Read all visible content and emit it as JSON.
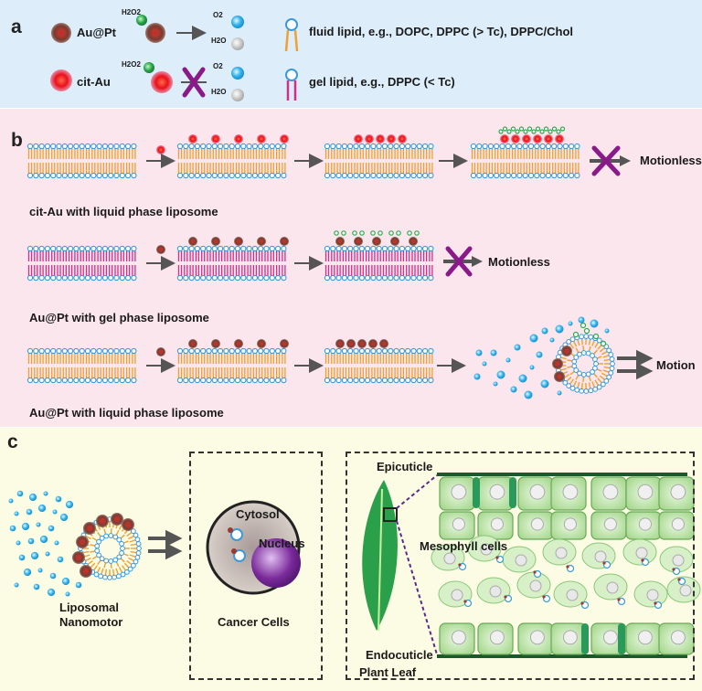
{
  "panel_a": {
    "label": "a",
    "row1": {
      "particle": "Au@Pt",
      "reactant": "H2O2",
      "product1": "O2",
      "product2": "H2O",
      "lipid": "fluid lipid, e.g., DOPC, DPPC (> Tc), DPPC/Chol"
    },
    "row2": {
      "particle": "cit-Au",
      "reactant": "H2O2",
      "product1": "O2",
      "product2": "H2O",
      "lipid": "gel lipid, e.g., DPPC (< Tc)"
    }
  },
  "panel_b": {
    "label": "b",
    "row1": {
      "caption": "cit-Au with liquid phase liposome",
      "result": "Motionless"
    },
    "row2": {
      "caption": "Au@Pt with gel phase liposome",
      "result": "Motionless"
    },
    "row3": {
      "caption": "Au@Pt with liquid phase liposome",
      "result": "Motion"
    }
  },
  "panel_c": {
    "label": "c",
    "nanomotor_label_1": "Liposomal",
    "nanomotor_label_2": "Nanomotor",
    "cell": {
      "cytosol": "Cytosol",
      "nucleus": "Nucleus",
      "caption": "Cancer Cells"
    },
    "leaf": {
      "epicuticle": "Epicuticle",
      "mesophyll": "Mesophyll cells",
      "endocuticle": "Endocuticle",
      "caption": "Plant Leaf"
    }
  },
  "colors": {
    "panel_a_bg": "#ddeefa",
    "panel_b_bg": "#fbe6ee",
    "panel_c_bg": "#fcfbe3",
    "fluid_tail": "#f0a030",
    "gel_tail": "#d0308a",
    "head": "#4aa8e0",
    "citAu": "#e8101a",
    "auPt_shell": "#9a4a3a",
    "cross": "#8a1a8a",
    "leaf": "#2aa04a"
  }
}
